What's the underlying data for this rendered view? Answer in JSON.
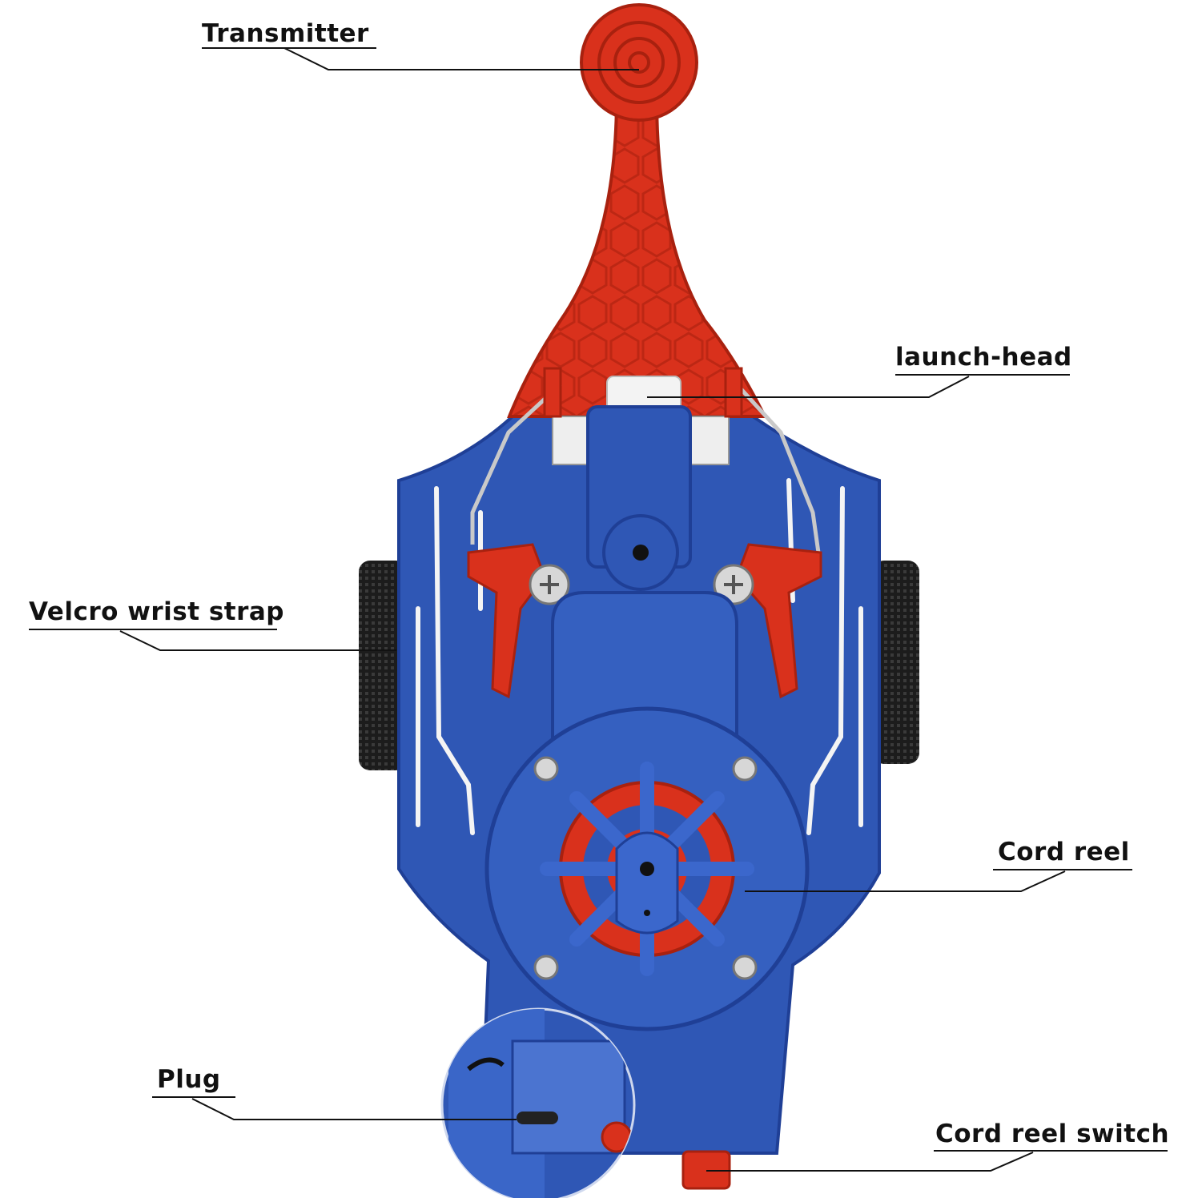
{
  "colors": {
    "background": "#ffffff",
    "body_blue": "#2f57b5",
    "body_blue_dark": "#1f3f96",
    "body_blue_light": "#4b74d0",
    "accent_red": "#d9311c",
    "accent_red_dark": "#a8210f",
    "strap_black": "#1c1c1c",
    "leader_line": "#111111"
  },
  "callouts": [
    {
      "id": "transmitter",
      "text": "Transmitter"
    },
    {
      "id": "launch-head",
      "text": "launch-head"
    },
    {
      "id": "velcro-wrist-strap",
      "text": "Velcro wrist strap"
    },
    {
      "id": "cord-reel",
      "text": "Cord reel"
    },
    {
      "id": "plug",
      "text": "Plug"
    },
    {
      "id": "cord-reel-switch",
      "text": "Cord reel switch"
    }
  ]
}
